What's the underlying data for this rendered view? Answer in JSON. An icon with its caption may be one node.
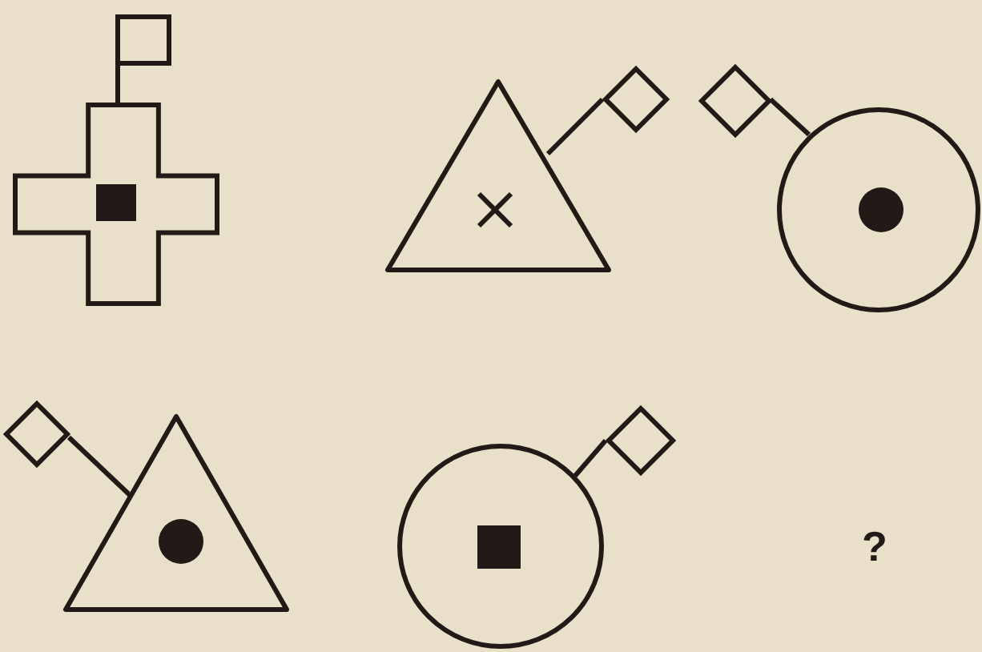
{
  "diagram": {
    "nodes": [
      {
        "text": [],
        "shape": "box"
      },
      {
        "text": [],
        "shape": "plus"
      },
      {
        "text": [],
        "shape": "box",
        "in": 1
      },
      {
        "text": [],
        "shape": "triangle"
      },
      {
        "text": [],
        "shape": "cross",
        "in": 3
      },
      {
        "text": [],
        "shape": "diamond"
      },
      {
        "text": [],
        "shape": "diamond"
      },
      {
        "text": [],
        "shape": "circle"
      },
      {
        "text": [],
        "shape": "circle",
        "in": 7
      },
      {
        "text": [],
        "shape": "diamond"
      },
      {
        "text": [],
        "shape": "triangle"
      },
      {
        "text": [],
        "shape": "circle",
        "in": 10
      },
      {
        "text": [],
        "shape": "circle"
      },
      {
        "text": [],
        "shape": "box",
        "in": 12
      },
      {
        "text": [],
        "shape": "diamond"
      }
    ],
    "edges": [
      {
        "from": 0,
        "to": 1,
        "arrow": "none"
      },
      {
        "from": 3,
        "to": 5,
        "arrow": "none"
      },
      {
        "from": 6,
        "to": 7,
        "arrow": "none"
      },
      {
        "from": 9,
        "to": 10,
        "arrow": "none"
      },
      {
        "from": 12,
        "to": 14,
        "arrow": "none"
      }
    ],
    "labels": [
      "?"
    ]
  }
}
